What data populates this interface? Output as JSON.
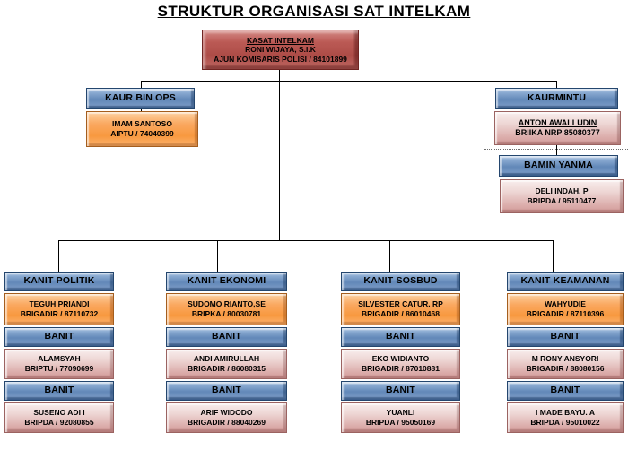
{
  "title": "STRUKTUR ORGANISASI SAT INTELKAM",
  "colors": {
    "box_red": "#b0504c",
    "box_blue": "#6f94c1",
    "box_orange": "#f9a55b",
    "box_pink": "#e0b3b1",
    "connector": "#000000"
  },
  "nodes": {
    "kasat": {
      "label": "KASAT INTELKAM",
      "name": "RONI WIJAYA, S.I.K",
      "rank": "AJUN KOMISARIS POLISI / 84101899"
    },
    "kaur_bin_ops": {
      "label": "KAUR BIN OPS",
      "officer": "IMAM SANTOSO",
      "rank": "AIPTU / 74040399"
    },
    "kaurmintu": {
      "label": "KAURMINTU",
      "officer": "ANTON AWALLUDIN",
      "rank": "BRIIKA NRP 85080377"
    },
    "bamin_yanma": {
      "label": "BAMIN YANMA",
      "officer": "DELI INDAH. P",
      "rank": "BRIPDA / 95110477"
    }
  },
  "units": [
    {
      "title": "KANIT POLITIK",
      "head": {
        "name": "TEGUH PRIANDI",
        "rank": "BRIGADIR / 87110732"
      },
      "banits": [
        {
          "label": "BANIT",
          "name": "ALAMSYAH",
          "rank": "BRIPTU / 77090699"
        },
        {
          "label": "BANIT",
          "name": "SUSENO ADI I",
          "rank": "BRIPDA / 92080855"
        }
      ]
    },
    {
      "title": "KANIT EKONOMI",
      "head": {
        "name": "SUDOMO RIANTO,SE",
        "rank": "BRIPKA / 80030781"
      },
      "banits": [
        {
          "label": "BANIT",
          "name": "ANDI AMIRULLAH",
          "rank": "BRIGADIR / 86080315"
        },
        {
          "label": "BANIT",
          "name": "ARIF WIDODO",
          "rank": "BRIGADIR / 88040269"
        }
      ]
    },
    {
      "title": "KANIT SOSBUD",
      "head": {
        "name": "SILVESTER CATUR. RP",
        "rank": "BRIGADIR / 86010468"
      },
      "banits": [
        {
          "label": "BANIT",
          "name": "EKO WIDIANTO",
          "rank": "BRIGADIR / 87010881"
        },
        {
          "label": "BANIT",
          "name": "YUANLI",
          "rank": "BRIPDA / 95050169"
        }
      ]
    },
    {
      "title": "KANIT KEAMANAN",
      "head": {
        "name": "WAHYUDIE",
        "rank": "BRIGADIR / 87110396"
      },
      "banits": [
        {
          "label": "BANIT",
          "name": "M RONY ANSYORI",
          "rank": "BRIGADIR / 88080156"
        },
        {
          "label": "BANIT",
          "name": "I MADE BAYU. A",
          "rank": "BRIPDA / 95010022"
        }
      ]
    }
  ]
}
